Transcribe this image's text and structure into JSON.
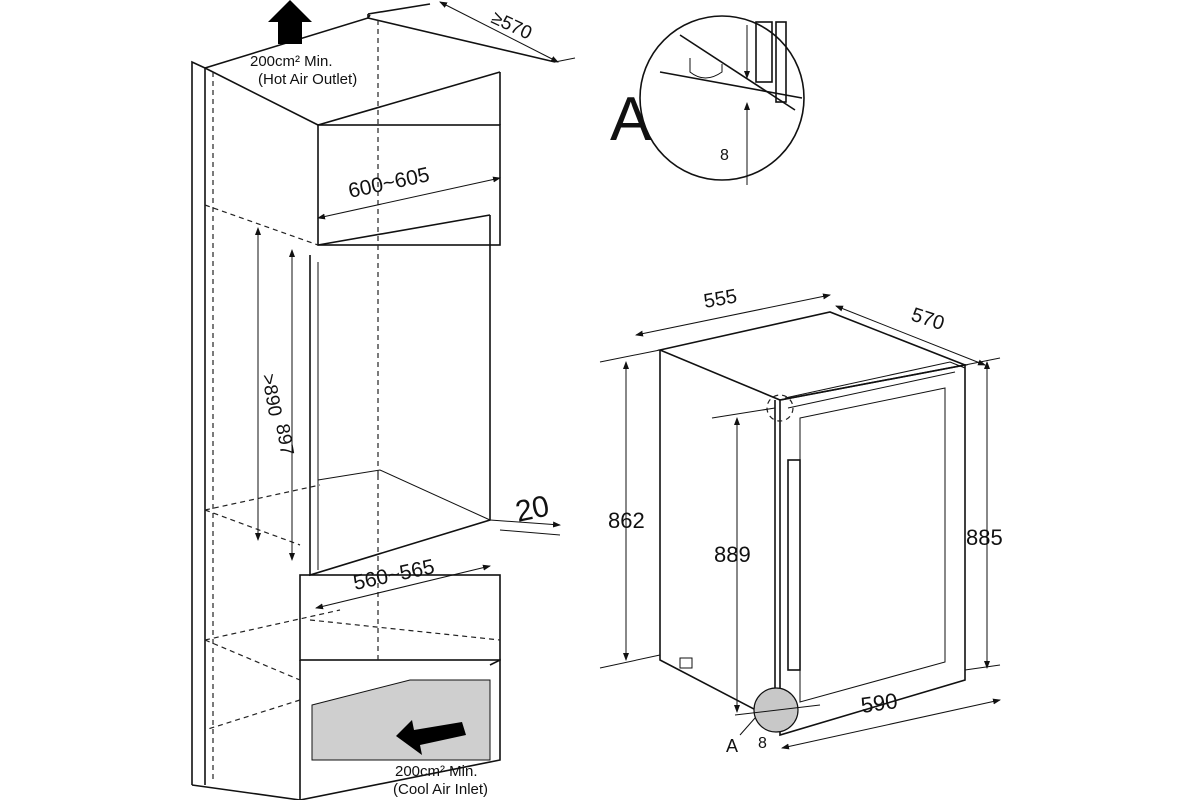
{
  "diagram": {
    "cabinet": {
      "hot_air_area": "200cm² Min.",
      "hot_air_label": "(Hot Air Outlet)",
      "cool_air_area": "200cm² Min.",
      "cool_air_label": "(Cool Air Inlet)",
      "depth": "≥570",
      "top_width": "600~605",
      "niche_height_min": ">890",
      "niche_height": "897",
      "gap": "20",
      "niche_width": "560~565"
    },
    "appliance": {
      "width": "555",
      "depth": "570",
      "body_height": "862",
      "door_height": "889",
      "total_height": "885",
      "door_width": "590",
      "detail_ref": "A",
      "detail_gap": "8"
    },
    "detail": {
      "label": "A",
      "gap": "8"
    },
    "colors": {
      "line": "#111111",
      "vent_fill": "#cfcfcf",
      "detail_fill": "#c8c8c8"
    }
  }
}
